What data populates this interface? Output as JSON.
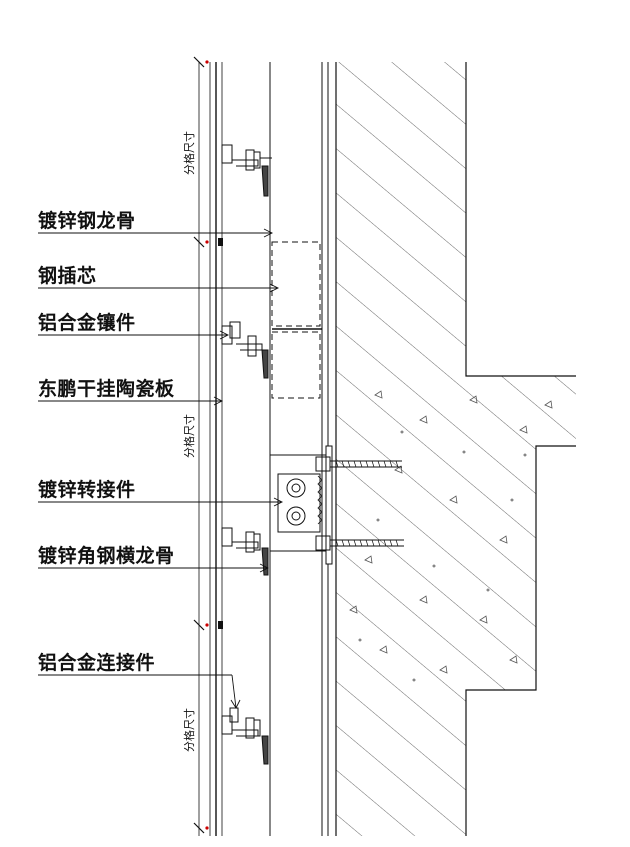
{
  "labels": {
    "galv_steel_keel": "镀锌钢龙骨",
    "steel_core": "钢插芯",
    "al_alloy_insert": "铝合金镶件",
    "ceramic_panel": "东鹏干挂陶瓷板",
    "galv_adapter": "镀锌转接件",
    "galv_angle_keel": "镀锌角钢横龙骨",
    "al_alloy_connector": "铝合金连接件"
  },
  "dimension_label": "分格尺寸",
  "colors": {
    "line": "#111111",
    "hatch": "#333333",
    "marker": "#cc0000"
  }
}
